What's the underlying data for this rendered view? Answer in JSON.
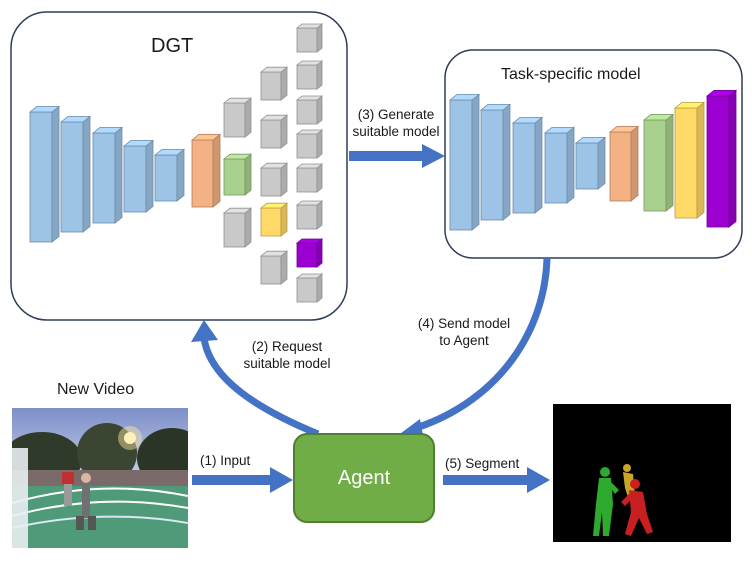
{
  "dgt": {
    "title": "DGT"
  },
  "task_model": {
    "title": "Task-specific model"
  },
  "agent": {
    "label": "Agent"
  },
  "input_video": {
    "title": "New Video"
  },
  "steps": {
    "input": "(1) Input",
    "request_line1": "(2) Request",
    "request_line2": "suitable model",
    "generate_line1": "(3) Generate",
    "generate_line2": "suitable model",
    "send_line1": "(4) Send model",
    "send_line2": "to Agent",
    "segment": "(5) Segment"
  },
  "colors": {
    "arrow": "#4472c4",
    "encoder_block": "#9dc3e6",
    "bottleneck_block": "#f4b183",
    "decoder_green": "#a9d18e",
    "decoder_yellow": "#ffd966",
    "decoder_purple": "#9b00d0",
    "candidate_block": "#c9c9c9",
    "agent_fill": "#70ad47"
  }
}
